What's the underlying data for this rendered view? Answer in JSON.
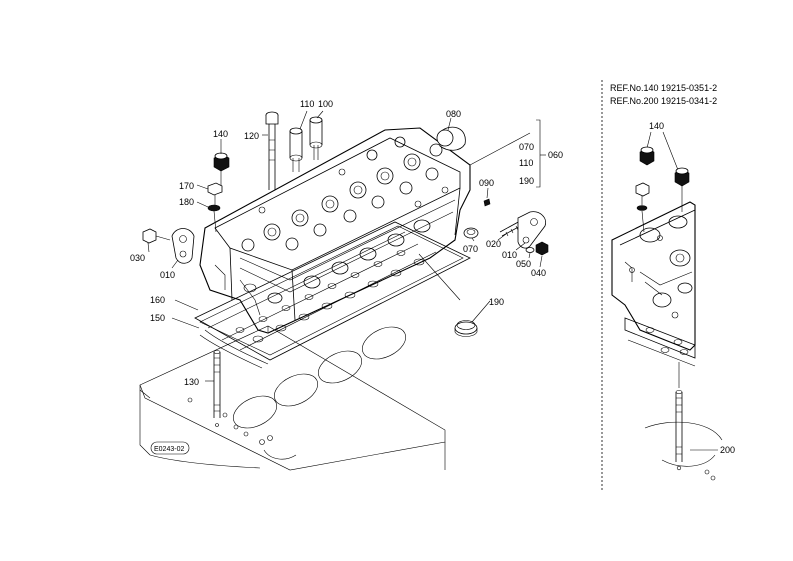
{
  "labels": {
    "p140": "140",
    "p120": "120",
    "p110": "110",
    "p100": "100",
    "p080": "080",
    "p070_top": "070",
    "p110_side": "110",
    "p190_side": "190",
    "p060": "060",
    "p090": "090",
    "p170": "170",
    "p180": "180",
    "p020": "020",
    "p010_right": "010",
    "p070_mid": "070",
    "p050": "050",
    "p040": "040",
    "p030": "030",
    "p010_left": "010",
    "p160": "160",
    "p150": "150",
    "p190": "190",
    "p130": "130",
    "stamp": "E0243-02",
    "p140_inset": "140",
    "p200": "200"
  },
  "reference": {
    "line1": "REF.No.140  19215-0351-2",
    "line2": "REF.No.200  19215-0341-2"
  }
}
